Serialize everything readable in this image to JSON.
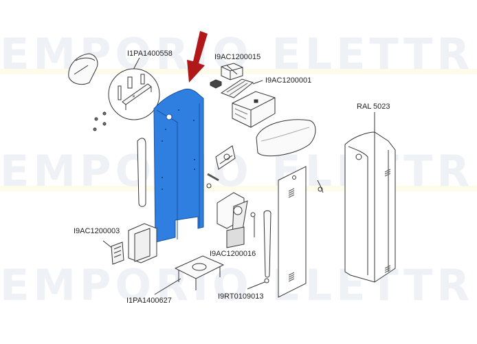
{
  "watermark": {
    "text": "EMPORIO ELETTRICO"
  },
  "highlight": {
    "part_color": "#2f7fe0",
    "arrow_color": "#b0181a"
  },
  "labels": {
    "bracket_detail": "I1PA1400558",
    "transformer": "I9AC1200015",
    "control_board": "I9AC1200001",
    "finish_color": "RAL 5023",
    "connector_block": "I9AC1200003",
    "gearmotor": "I9AC1200016",
    "anchor_plate": "I1PA1400627",
    "spring": "I9RT0109013"
  }
}
